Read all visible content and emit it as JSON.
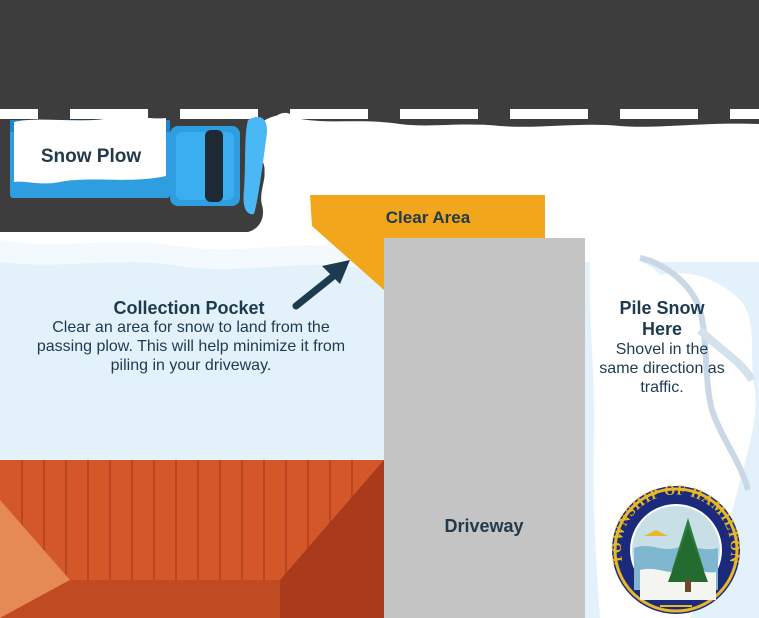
{
  "plow": {
    "label": "Snow Plow"
  },
  "clear_area": {
    "label": "Clear Area"
  },
  "collection_pocket": {
    "title": "Collection Pocket",
    "description": "Clear an area for snow to land from the passing plow. This will help minimize it from piling in your driveway."
  },
  "pile_snow": {
    "title": "Pile Snow Here",
    "description": "Shovel in the same direction as traffic."
  },
  "driveway": {
    "label": "Driveway"
  },
  "logo": {
    "text": "TOWNSHIP OF HAMILTON"
  },
  "colors": {
    "road": "#3d3d3d",
    "snow": "#e3f1fb",
    "clear_area": "#f2a61c",
    "driveway": "#c4c4c4",
    "roof": "#d4572a",
    "plow": "#2f9ee0",
    "text": "#1d3b4f",
    "logo_ring": "#1b2a7a",
    "logo_gold": "#e8b82a"
  }
}
